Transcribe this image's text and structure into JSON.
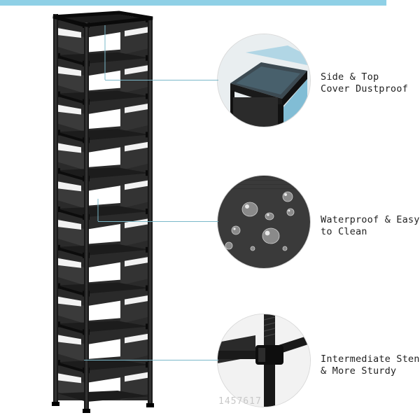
{
  "banner": {
    "color": "#8fd0e6"
  },
  "product": {
    "color": "#1c1c1c",
    "accent": "#7ab8c9",
    "tiers": 10
  },
  "features": [
    {
      "icon": "dustproof-cover-icon",
      "line1": "Side & Top",
      "line2": "Cover Dustproof"
    },
    {
      "icon": "water-droplets-icon",
      "line1": "Waterproof & Easy",
      "line2": "to Clean"
    },
    {
      "icon": "stent-joint-icon",
      "line1": "Intermediate Stent",
      "line2": "& More Sturdy"
    }
  ],
  "watermark": "1457617"
}
